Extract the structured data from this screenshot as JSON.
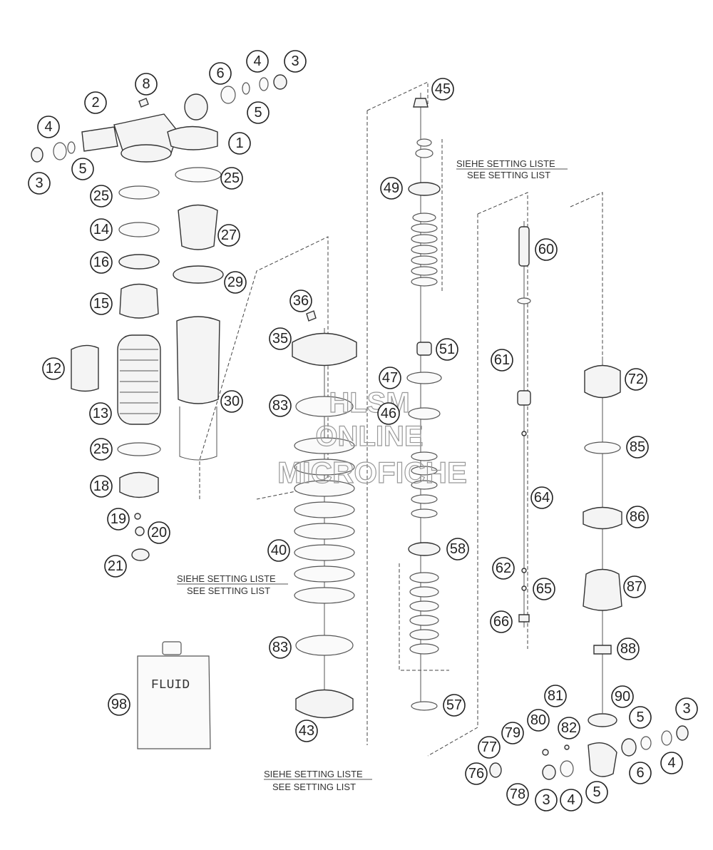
{
  "callouts": {
    "c1": "1",
    "c2": "2",
    "c3a": "3",
    "c3b": "3",
    "c3c": "3",
    "c3d": "3",
    "c4a": "4",
    "c4b": "4",
    "c4c": "4",
    "c4d": "4",
    "c5a": "5",
    "c5b": "5",
    "c5c": "5",
    "c5d": "5",
    "c6a": "6",
    "c6b": "6",
    "c8": "8",
    "c12": "12",
    "c13": "13",
    "c14": "14",
    "c15": "15",
    "c16": "16",
    "c18": "18",
    "c19": "19",
    "c20": "20",
    "c21": "21",
    "c25a": "25",
    "c25b": "25",
    "c25c": "25",
    "c27": "27",
    "c29": "29",
    "c30": "30",
    "c35": "35",
    "c36": "36",
    "c40": "40",
    "c43": "43",
    "c45": "45",
    "c46": "46",
    "c47": "47",
    "c49": "49",
    "c51": "51",
    "c57": "57",
    "c58": "58",
    "c60": "60",
    "c61": "61",
    "c62": "62",
    "c64": "64",
    "c65": "65",
    "c66": "66",
    "c72": "72",
    "c76": "76",
    "c77": "77",
    "c78": "78",
    "c79": "79",
    "c80": "80",
    "c81": "81",
    "c82": "82",
    "c83a": "83",
    "c83b": "83",
    "c85": "85",
    "c86": "86",
    "c87": "87",
    "c88": "88",
    "c90": "90",
    "c98": "98"
  },
  "notes": {
    "setting_top_de": "SIEHE SETTING LISTE",
    "setting_top_en": "SEE SETTING LIST",
    "setting_mid_de": "SIEHE SETTING LISTE",
    "setting_mid_en": "SEE SETTING LIST",
    "setting_bot_de": "SIEHE SETTING LISTE",
    "setting_bot_en": "SEE SETTING LIST"
  },
  "fluid_label": "FLUID",
  "watermark": {
    "line1": "HLSM",
    "line2": "ONLINE",
    "line3": "MICROFICHE"
  }
}
